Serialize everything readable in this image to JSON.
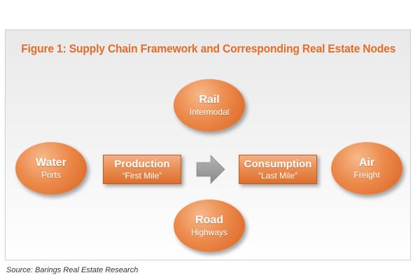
{
  "figure": {
    "title": "Figure 1: Supply Chain Framework and Corresponding Real Estate Nodes",
    "accent_color": "#e36c2a"
  },
  "nodes": {
    "rail": {
      "title": "Rail",
      "subtitle": "Intermodal"
    },
    "water": {
      "title": "Water",
      "subtitle": "Ports"
    },
    "air": {
      "title": "Air",
      "subtitle": "Freight"
    },
    "road": {
      "title": "Road",
      "subtitle": "Highways"
    }
  },
  "boxes": {
    "production": {
      "title": "Production",
      "subtitle": "“First Mile”"
    },
    "consumption": {
      "title": "Consumption",
      "subtitle": "“Last Mile”"
    }
  },
  "arrow_icon": "right-arrow-icon",
  "source": "Source: Barings Real Estate Research"
}
